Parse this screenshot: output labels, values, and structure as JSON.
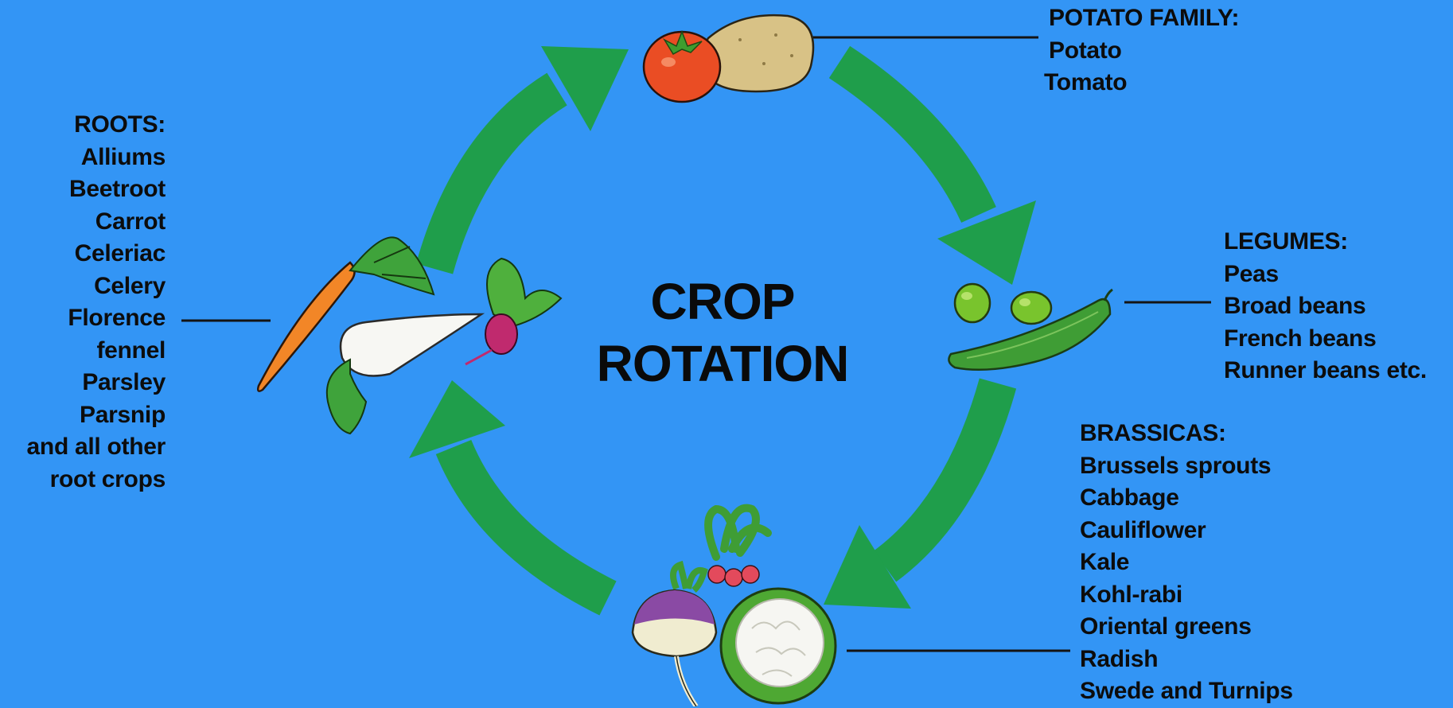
{
  "title": {
    "line1": "CROP",
    "line2": "ROTATION"
  },
  "colors": {
    "background": "#3395f5",
    "arrow": "#1f9e4b",
    "text": "#0c0c0c"
  },
  "groups": {
    "potato_family": {
      "heading": "POTATO FAMILY:",
      "items": [
        "Potato",
        "Tomato"
      ]
    },
    "legumes": {
      "heading": "LEGUMES:",
      "items": [
        "Peas",
        "Broad beans",
        "French beans",
        "Runner beans etc."
      ]
    },
    "brassicas": {
      "heading": "BRASSICAS:",
      "items": [
        "Brussels sprouts",
        "Cabbage",
        "Cauliflower",
        "Kale",
        "Kohl-rabi",
        "Oriental greens",
        "Radish",
        "Swede and Turnips"
      ]
    },
    "roots": {
      "heading": "ROOTS:",
      "items": [
        "Alliums",
        "Beetroot",
        "Carrot",
        "Celeriac",
        "Celery",
        "Florence",
        "fennel",
        "Parsley",
        "Parsnip",
        "and all other",
        "root crops"
      ]
    }
  },
  "illustrations": {
    "potato_family": [
      "tomato-icon",
      "potato-icon"
    ],
    "legumes": [
      "pea-icon",
      "pea-pod-icon"
    ],
    "brassicas": [
      "turnip-icon",
      "radish-icon",
      "cauliflower-icon"
    ],
    "roots": [
      "carrot-icon",
      "parsnip-icon",
      "beetroot-icon"
    ]
  }
}
